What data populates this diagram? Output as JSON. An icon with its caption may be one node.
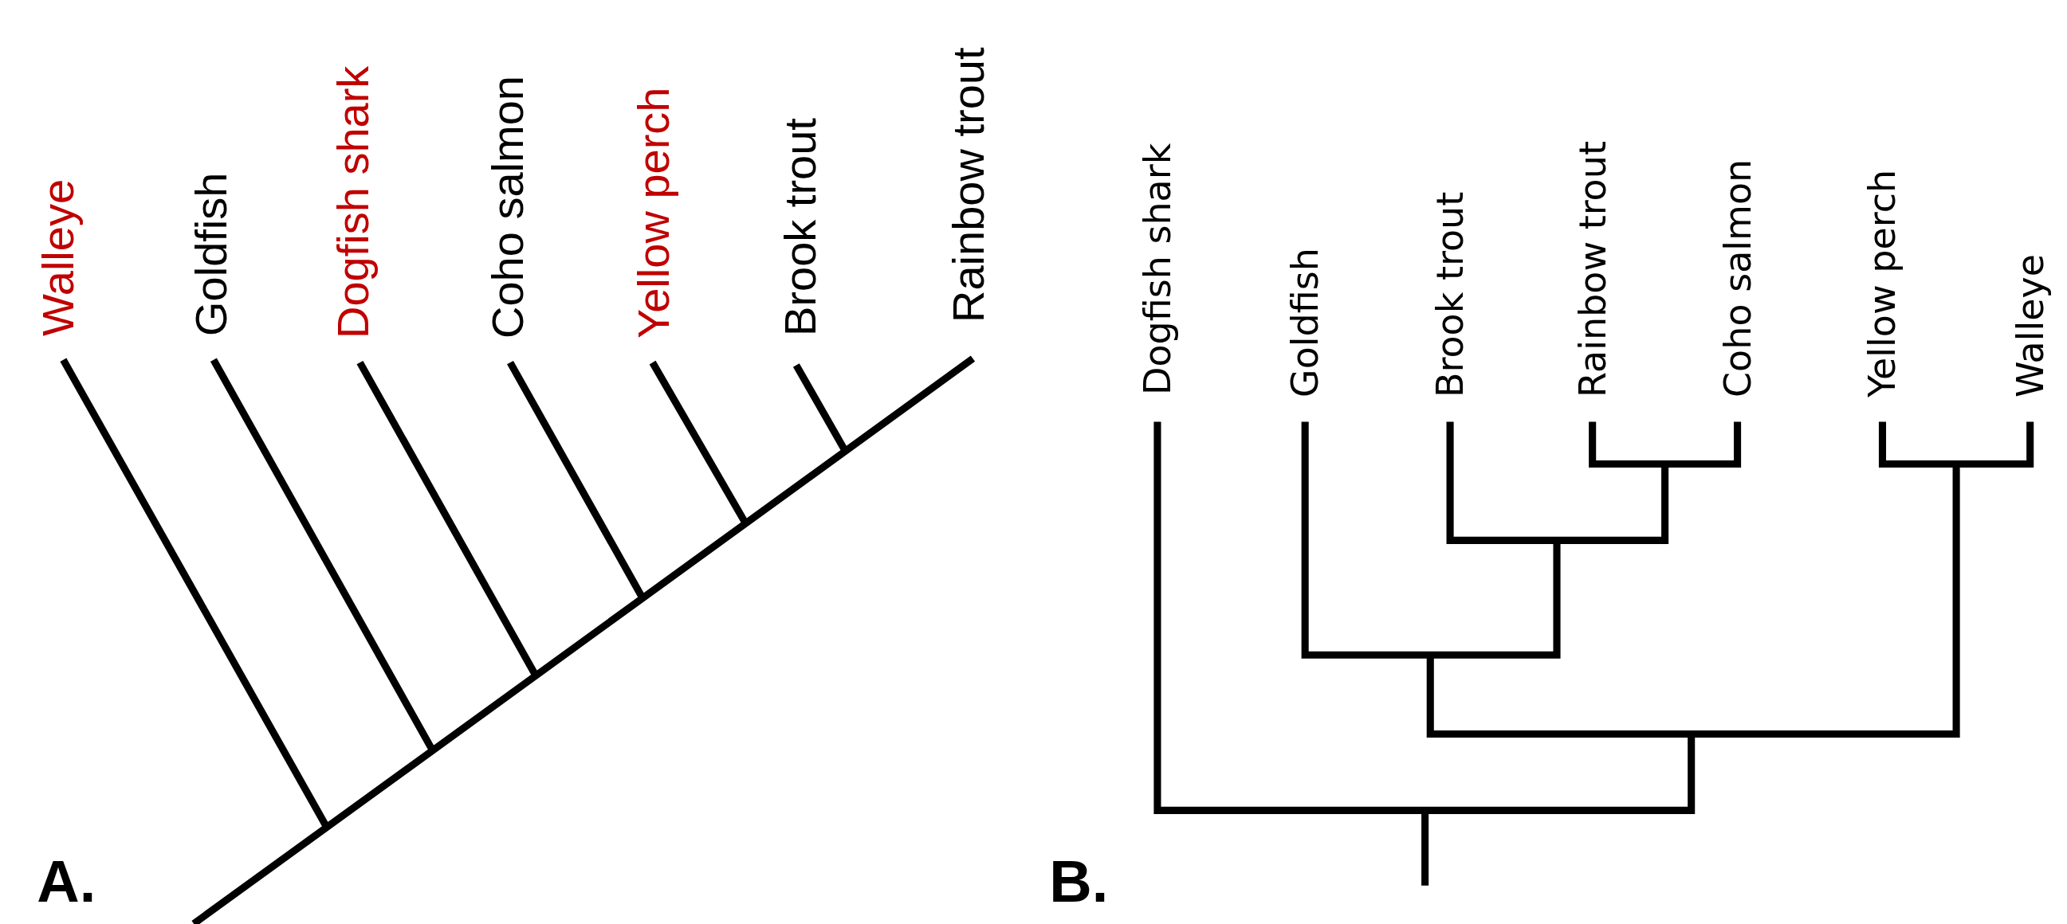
{
  "diagram": {
    "labels": [
      "Walleye",
      "Goldfish",
      "Dogfish shark",
      "Coho salmon",
      "Yellow perch",
      "Brook trout",
      "Rainbow trout",
      "Dogfish shark",
      "Goldfish",
      "Brook trout",
      "Rainbow trout",
      "Coho salmon",
      "Yellow perch",
      "Walleye",
      "A.",
      "B."
    ]
  }
}
